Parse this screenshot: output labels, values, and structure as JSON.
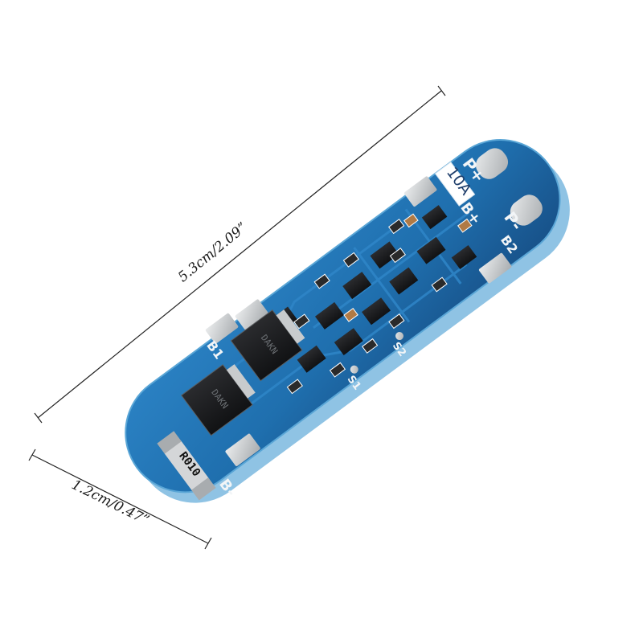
{
  "dimensions": {
    "length_label": "5.3cm/2.09”",
    "width_label": "1.2cm/0.47”"
  },
  "board": {
    "current_rating": "10A",
    "pads": {
      "p_plus": "P+",
      "p_minus": "P-",
      "b_plus": "B+",
      "b2": "B2",
      "b1": "B1",
      "b_minus": "B-"
    },
    "test_points": {
      "s1": "S1",
      "s2": "S2"
    },
    "resistor_marking": "R010",
    "mosfet_marking": "DAKN",
    "colors": {
      "pcb": "#1f6fae",
      "pcb_edge": "#5aa6d6",
      "pad": "#c9ccce",
      "ic": "#1b1c1e"
    }
  }
}
